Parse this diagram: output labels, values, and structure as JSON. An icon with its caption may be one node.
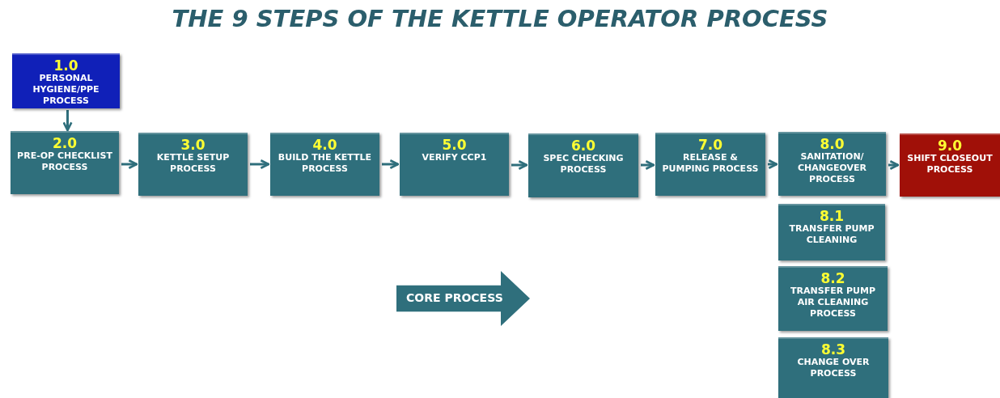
{
  "diagram": {
    "title": "THE 9 STEPS OF THE KETTLE OPERATOR PROCESS",
    "nodes": [
      {
        "text": [
          "1.0",
          "PERSONAL HYGIENE/PPE PROCESS"
        ]
      },
      {
        "text": [
          "2.0",
          "PRE-OP CHECKLIST PROCESS"
        ]
      },
      {
        "text": [
          "3.0",
          "KETTLE SETUP PROCESS"
        ]
      },
      {
        "text": [
          "4.0",
          "BUILD THE KETTLE PROCESS"
        ]
      },
      {
        "text": [
          "5.0",
          "VERIFY CCP1"
        ]
      },
      {
        "text": [
          "6.0",
          "SPEC CHECKING PROCESS"
        ]
      },
      {
        "text": [
          "7.0",
          "RELEASE & PUMPING PROCESS"
        ]
      },
      {
        "text": [
          "8.0",
          "SANITATION/ CHANGEOVER PROCESS"
        ]
      },
      {
        "text": [
          "9.0",
          "SHIFT CLOSEOUT PROCESS"
        ]
      },
      {
        "text": [
          "8.1",
          "TRANSFER PUMP CLEANING"
        ]
      },
      {
        "text": [
          "8.2",
          "TRANSFER PUMP AIR CLEANING PROCESS"
        ]
      },
      {
        "text": [
          "8.3",
          "CHANGE OVER PROCESS"
        ]
      },
      {
        "text": [
          "CORE PROCESS"
        ]
      }
    ],
    "edges": [
      {
        "from": 0,
        "to": 1,
        "arrow": "to"
      },
      {
        "from": 1,
        "to": 2,
        "arrow": "to"
      },
      {
        "from": 2,
        "to": 3,
        "arrow": "to"
      },
      {
        "from": 3,
        "to": 4,
        "arrow": "to"
      },
      {
        "from": 4,
        "to": 5,
        "arrow": "to"
      },
      {
        "from": 5,
        "to": 6,
        "arrow": "to"
      },
      {
        "from": 6,
        "to": 7,
        "arrow": "to"
      },
      {
        "from": 7,
        "to": 8,
        "arrow": "to"
      }
    ]
  }
}
